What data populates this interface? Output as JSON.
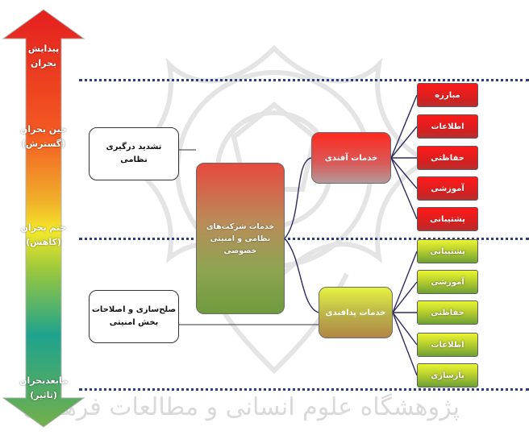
{
  "phases": {
    "emergence": {
      "line1": "پیدایش",
      "line2": "بحران"
    },
    "during": {
      "line1": "حین بحران",
      "line2": "(گسترش)"
    },
    "end": {
      "line1": "ختم بحران",
      "line2": "(کاهش)"
    },
    "post": {
      "line1": "مابعدبحران",
      "line2": "(تاثیر)"
    }
  },
  "context_boxes": {
    "escalation": {
      "line1": "تشدید درگیری",
      "line2": "نظامی"
    },
    "peacebuilding": {
      "line1": "صلح‌سازی و اصلاحات",
      "line2": "بخش امنیتی"
    }
  },
  "center": {
    "line1": "خدمات شرکت‌های",
    "line2": "نظامی و امنیتی خصوصی"
  },
  "branches": {
    "offensive": {
      "label": "خدمات  آفندی"
    },
    "defensive": {
      "label": "خدمات پدافندی"
    }
  },
  "offensive_services": [
    "مبارزه",
    "اطلاعات",
    "حفاظتی",
    "آموزشی",
    "پشتیبانی"
  ],
  "defensive_services": [
    "پشتیبانی",
    "آموزشی",
    "حفاظتی",
    "اطلاعات",
    "بازسازی"
  ],
  "watermark": {
    "text": "پژوهشگاه علوم انسانی و مطالعات فرهنگی"
  },
  "colors": {
    "arrow_top": "#e41f1f",
    "arrow_mid": "#f5e82a",
    "arrow_teal": "#1ea38e",
    "arrow_bottom": "#73b04a",
    "dotted_line": "#2b3f80",
    "offensive": "#ff2a20",
    "defensive": "#e6f241",
    "connector": "#2e2a5e"
  }
}
